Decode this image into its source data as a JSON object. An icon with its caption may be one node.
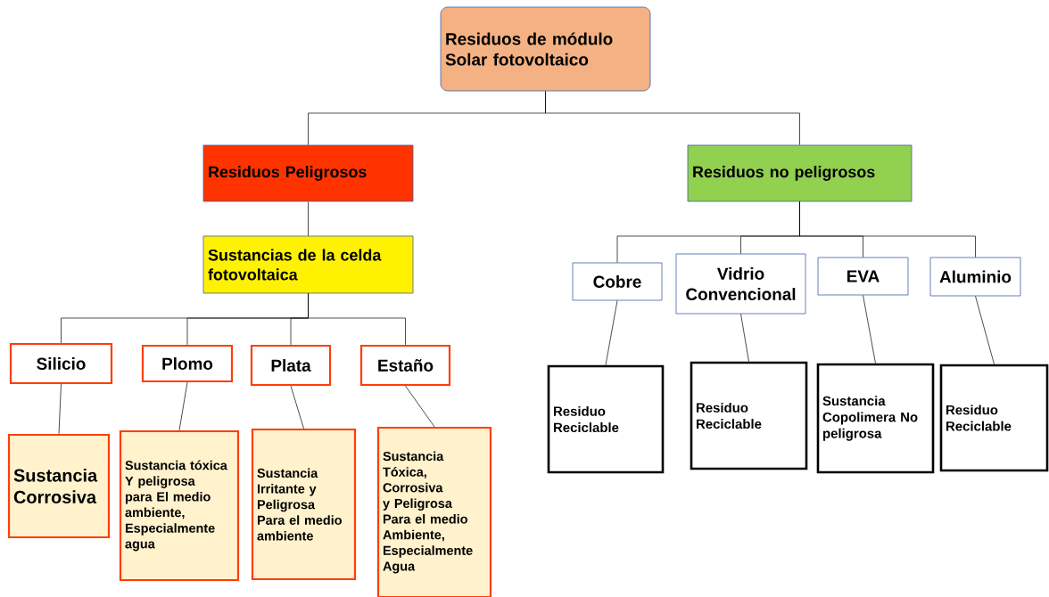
{
  "diagram": {
    "nodes": [
      {
        "text": [
          "Residuos de módulo Solar fotovoltaico"
        ]
      },
      {
        "text": [
          "Residuos Peligrosos"
        ]
      },
      {
        "text": [
          "Residuos no peligrosos"
        ]
      },
      {
        "text": [
          "Sustancias de la celda fotovoltaica"
        ]
      },
      {
        "text": [
          "Silicio"
        ]
      },
      {
        "text": [
          "Plomo"
        ]
      },
      {
        "text": [
          "Plata"
        ]
      },
      {
        "text": [
          "Estaño"
        ]
      },
      {
        "text": [
          "Sustancia Corrosiva"
        ]
      },
      {
        "text": [
          "Sustancia tóxica Y peligrosa para El medio ambiente, Especialmente agua"
        ]
      },
      {
        "text": [
          "Sustancia Irritante y Peligrosa Para el medio ambiente"
        ]
      },
      {
        "text": [
          "Sustancia Tóxica, Corrosiva y Peligrosa Para el medio Ambiente, Especialmente Agua"
        ]
      },
      {
        "text": [
          "Cobre"
        ]
      },
      {
        "text": [
          "Vidrio Convencional"
        ]
      },
      {
        "text": [
          "EVA"
        ]
      },
      {
        "text": [
          "Aluminio"
        ]
      },
      {
        "text": [
          "Residuo Reciclable"
        ]
      },
      {
        "text": [
          "Residuo Reciclable"
        ]
      },
      {
        "text": [
          "Sustancia Copolimera No peligrosa"
        ]
      },
      {
        "text": [
          "Residuo Reciclable"
        ]
      }
    ],
    "edges": [
      {
        "from": 0,
        "to": 1,
        "arrow": "none"
      },
      {
        "from": 0,
        "to": 2,
        "arrow": "none"
      },
      {
        "from": 1,
        "to": 3,
        "arrow": "none"
      },
      {
        "from": 3,
        "to": 4,
        "arrow": "none"
      },
      {
        "from": 3,
        "to": 5,
        "arrow": "none"
      },
      {
        "from": 3,
        "to": 6,
        "arrow": "none"
      },
      {
        "from": 3,
        "to": 7,
        "arrow": "none"
      },
      {
        "from": 4,
        "to": 8,
        "arrow": "none"
      },
      {
        "from": 5,
        "to": 9,
        "arrow": "none"
      },
      {
        "from": 6,
        "to": 10,
        "arrow": "none"
      },
      {
        "from": 7,
        "to": 11,
        "arrow": "none"
      },
      {
        "from": 2,
        "to": 12,
        "arrow": "none"
      },
      {
        "from": 2,
        "to": 13,
        "arrow": "none"
      },
      {
        "from": 2,
        "to": 14,
        "arrow": "none"
      },
      {
        "from": 2,
        "to": 15,
        "arrow": "none"
      },
      {
        "from": 12,
        "to": 16,
        "arrow": "none"
      },
      {
        "from": 13,
        "to": 17,
        "arrow": "none"
      },
      {
        "from": 14,
        "to": 18,
        "arrow": "none"
      },
      {
        "from": 15,
        "to": 19,
        "arrow": "none"
      }
    ]
  }
}
